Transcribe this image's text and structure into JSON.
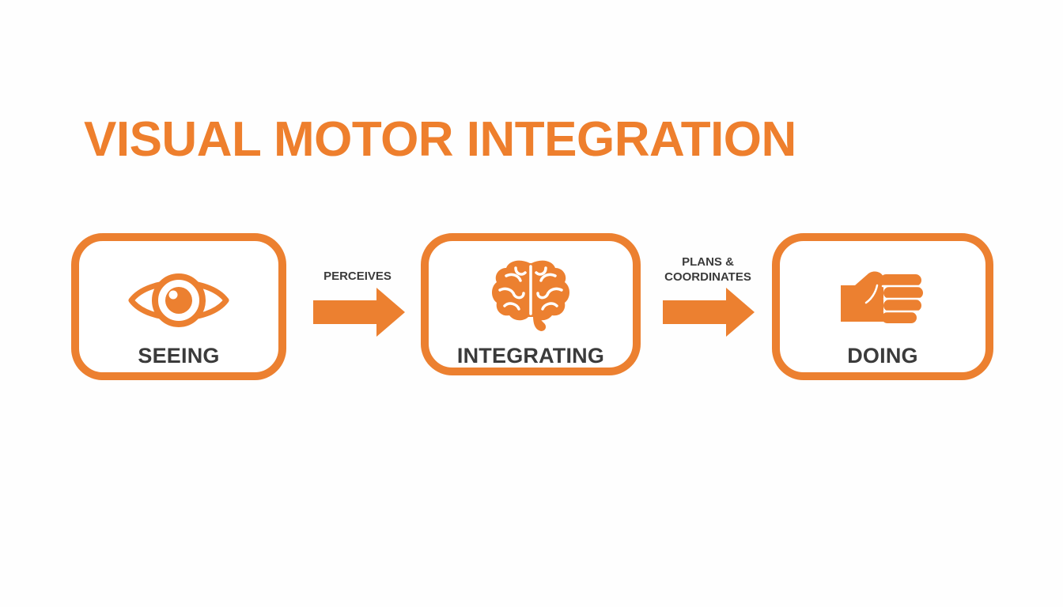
{
  "title": "VISUAL MOTOR INTEGRATION",
  "colors": {
    "accent": "#ec8030",
    "title": "#ee7f2d",
    "label_text": "#3b3b3b",
    "background": "#fefefe"
  },
  "steps": [
    {
      "label": "SEEING",
      "icon": "eye-icon"
    },
    {
      "label": "INTEGRATING",
      "icon": "brain-icon"
    },
    {
      "label": "DOING",
      "icon": "fist-icon"
    }
  ],
  "connectors": [
    {
      "line1": "PERCEIVES",
      "line2": "",
      "icon": "arrow-right-icon"
    },
    {
      "line1": "PLANS &",
      "line2": "COORDINATES",
      "icon": "arrow-right-icon"
    }
  ]
}
